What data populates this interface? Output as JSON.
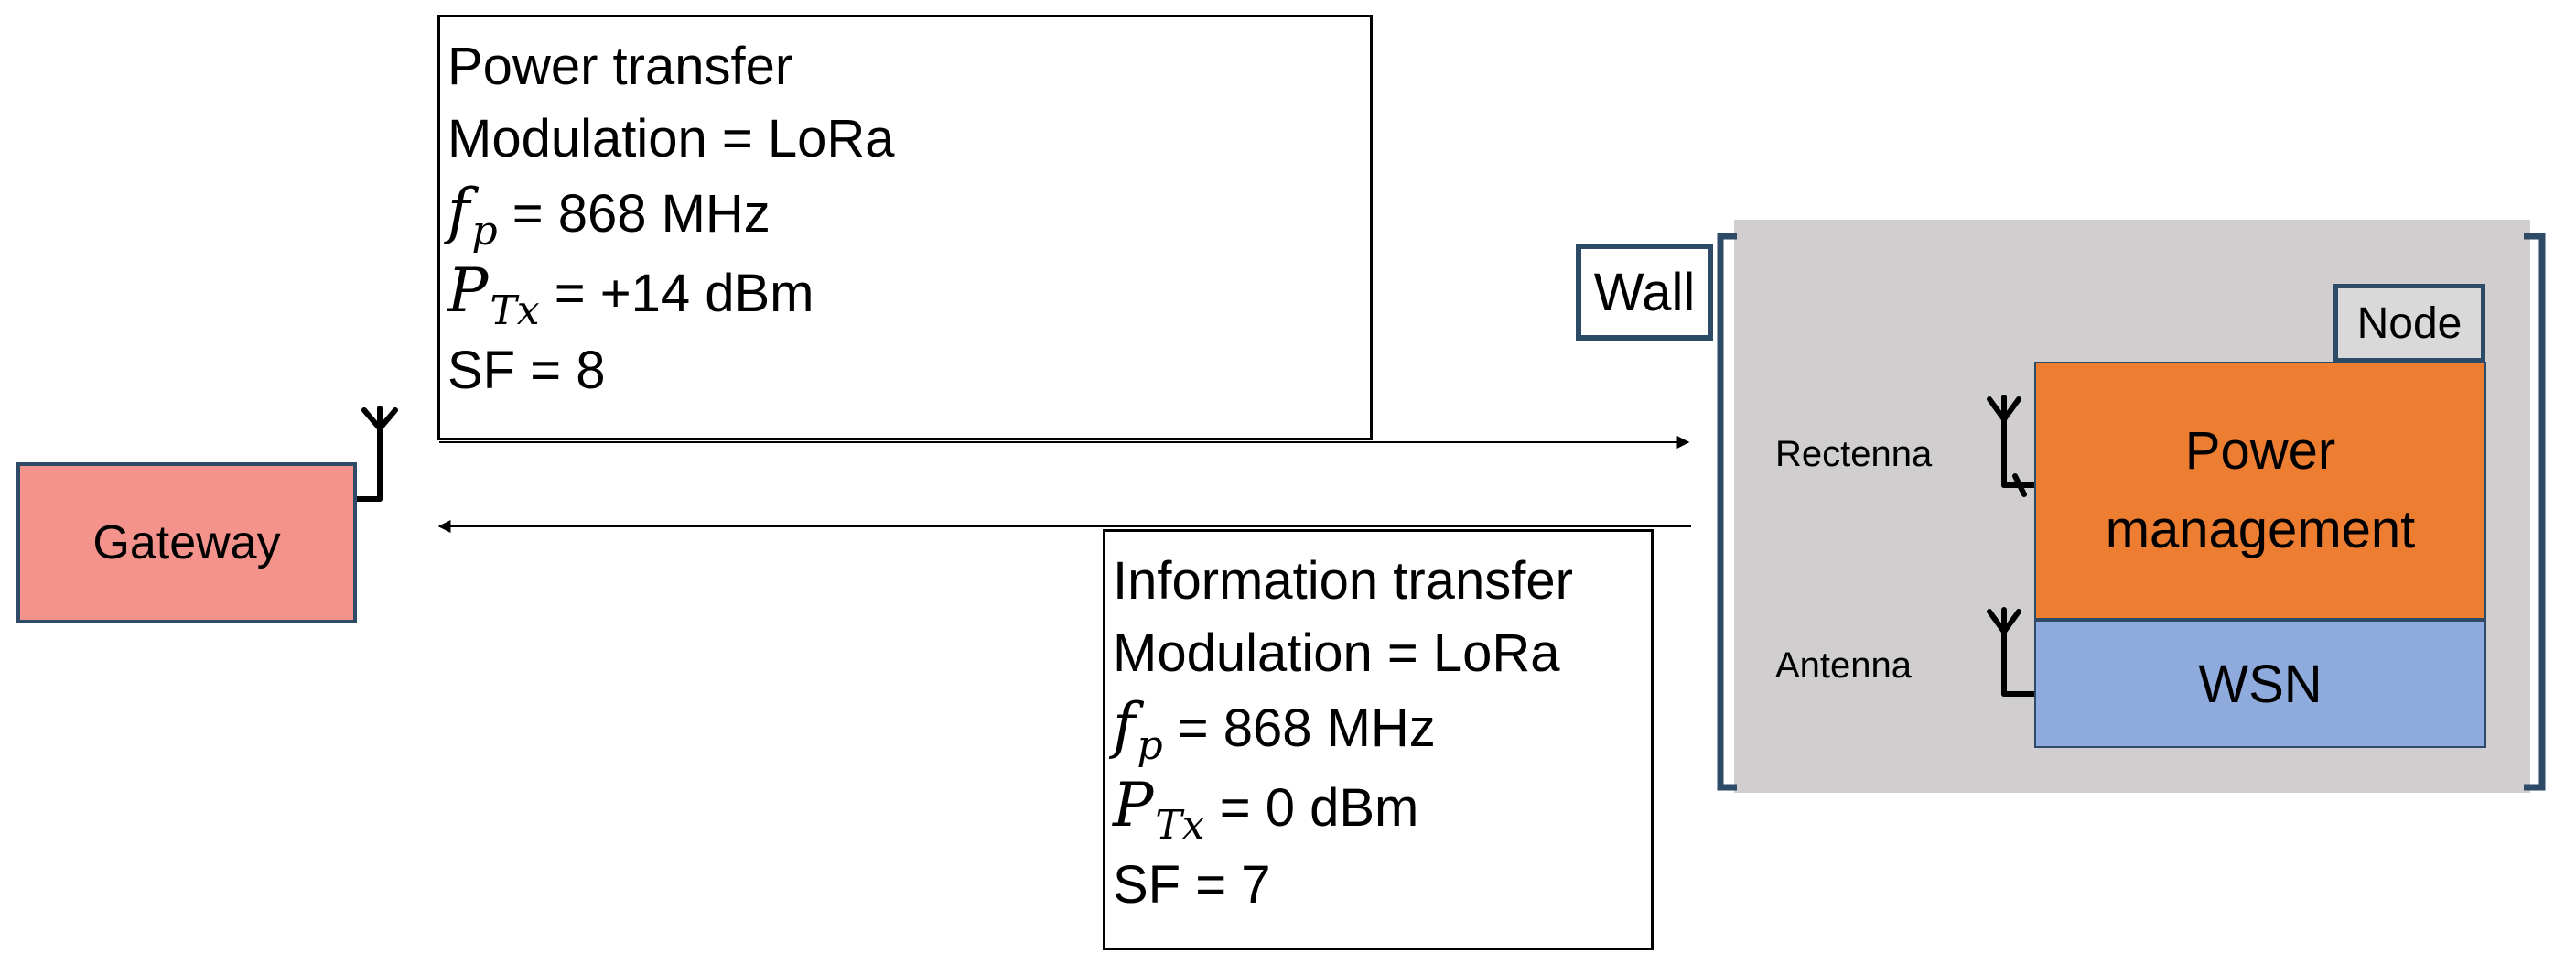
{
  "power_transfer": {
    "title": "Power transfer",
    "modulation": "Modulation = LoRa",
    "freq_symbol": "f",
    "freq_subscript": "p",
    "freq_value": " = 868 MHz",
    "power_symbol": "P",
    "power_subscript": "Tx",
    "power_value": " = +14 dBm",
    "sf": "SF = 8"
  },
  "information_transfer": {
    "title": "Information transfer",
    "modulation": "Modulation = LoRa",
    "freq_symbol": "f",
    "freq_subscript": "p",
    "freq_value": " = 868 MHz",
    "power_symbol": "P",
    "power_subscript": "Tx",
    "power_value": " = 0 dBm",
    "sf": "SF = 7"
  },
  "gateway": {
    "label": "Gateway"
  },
  "wall": {
    "label": "Wall"
  },
  "node": {
    "label": "Node",
    "power_block_line1": "Power",
    "power_block_line2": "management",
    "wsn_block": "WSN",
    "rectenna_label": "Rectenna",
    "antenna_label": "Antenna"
  },
  "colors": {
    "gateway_fill": "#f4938c",
    "power_management_fill": "#ed7d31",
    "wsn_fill": "#8faadc",
    "wall_fill": "#d0cece",
    "outline": "#2d4a67"
  },
  "icons": {
    "gateway_antenna": "antenna-icon",
    "rectenna": "antenna-icon",
    "node_antenna": "antenna-icon"
  }
}
